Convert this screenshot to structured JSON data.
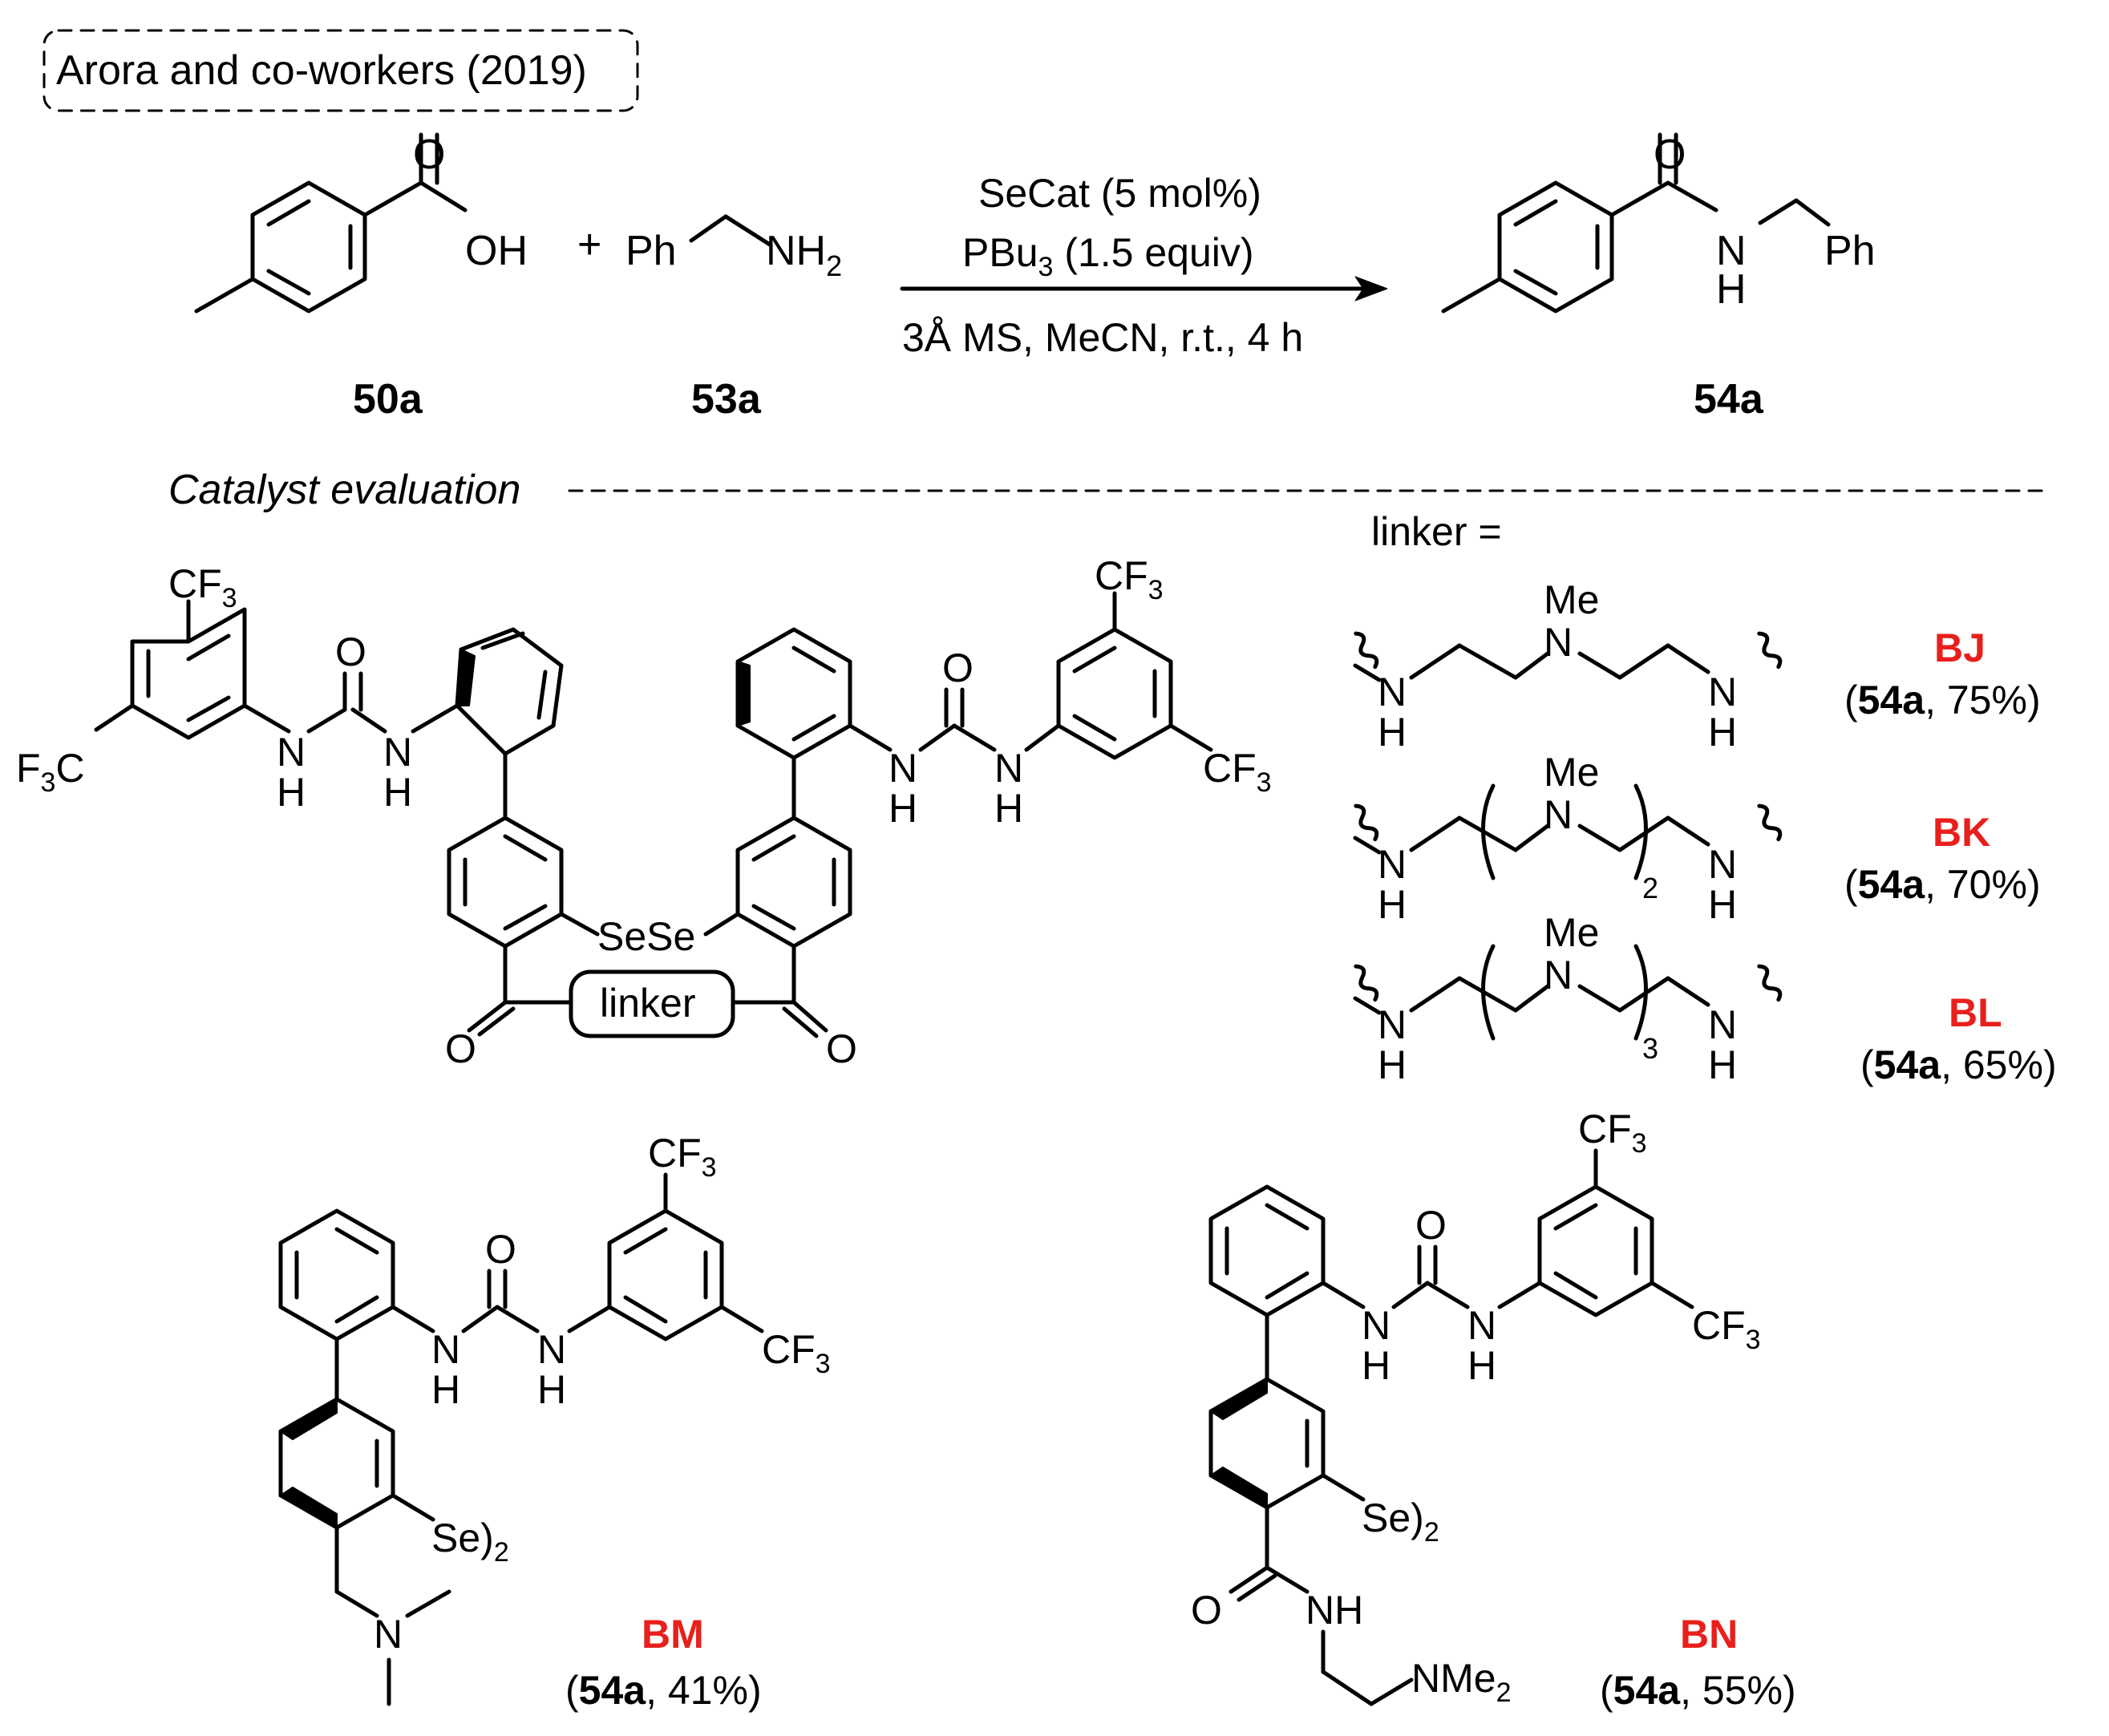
{
  "header": {
    "reference": "Arora and co-workers (2019)"
  },
  "reaction": {
    "substrate_1": {
      "label": "50a",
      "group": "OH",
      "carbonyl_o": "O"
    },
    "plus": "+",
    "substrate_2": {
      "label": "53a",
      "ph": "Ph",
      "amine": "NH",
      "amine_sub": "2"
    },
    "conditions": {
      "line1": "SeCat (5 mol%)",
      "line2_pre": "PBu",
      "line2_sub": "3",
      "line2_post": " (1.5 equiv)",
      "line3": "3Å MS, MeCN, r.t., 4 h"
    },
    "product": {
      "label": "54a",
      "n": "N",
      "h": "H",
      "ph": "Ph",
      "carbonyl_o": "O"
    }
  },
  "section": {
    "title": "Catalyst evaluation"
  },
  "linkers": {
    "heading": "linker =",
    "me": "Me",
    "n": "N",
    "nh": "N",
    "h": "H",
    "items": [
      {
        "id": "BJ",
        "yield_product": "54a",
        "yield_pct": ", 75%)",
        "subscript": ""
      },
      {
        "id": "BK",
        "yield_product": "54a",
        "yield_pct": ", 70%)",
        "subscript": "2"
      },
      {
        "id": "BL",
        "yield_product": "54a",
        "yield_pct": ", 65%)",
        "subscript": "3"
      }
    ],
    "open_paren": "("
  },
  "macrocycle": {
    "cf3": "CF",
    "cf3_sub": "3",
    "f3c_f": "F",
    "f3c_sub": "3",
    "f3c_c": "C",
    "o": "O",
    "n": "N",
    "h": "H",
    "sese": "SeSe",
    "linker_box": "linker"
  },
  "catalyst_BM": {
    "id": "BM",
    "yield_product": "54a",
    "yield_pct": ", 41%)",
    "open": "(",
    "cf3": "CF",
    "cf3_sub": "3",
    "o": "O",
    "n": "N",
    "h": "H",
    "se": "Se)",
    "se_sub": "2",
    "amine_n": "N"
  },
  "catalyst_BN": {
    "id": "BN",
    "yield_product": "54a",
    "yield_pct": ", 55%)",
    "open": "(",
    "cf3": "CF",
    "cf3_sub": "3",
    "o": "O",
    "n": "N",
    "h": "H",
    "se": "Se)",
    "se_sub": "2",
    "nh": "NH",
    "nme2": "NMe",
    "nme2_sub": "2"
  },
  "colors": {
    "catalyst_label": "#e8201c",
    "ink": "#000000"
  }
}
